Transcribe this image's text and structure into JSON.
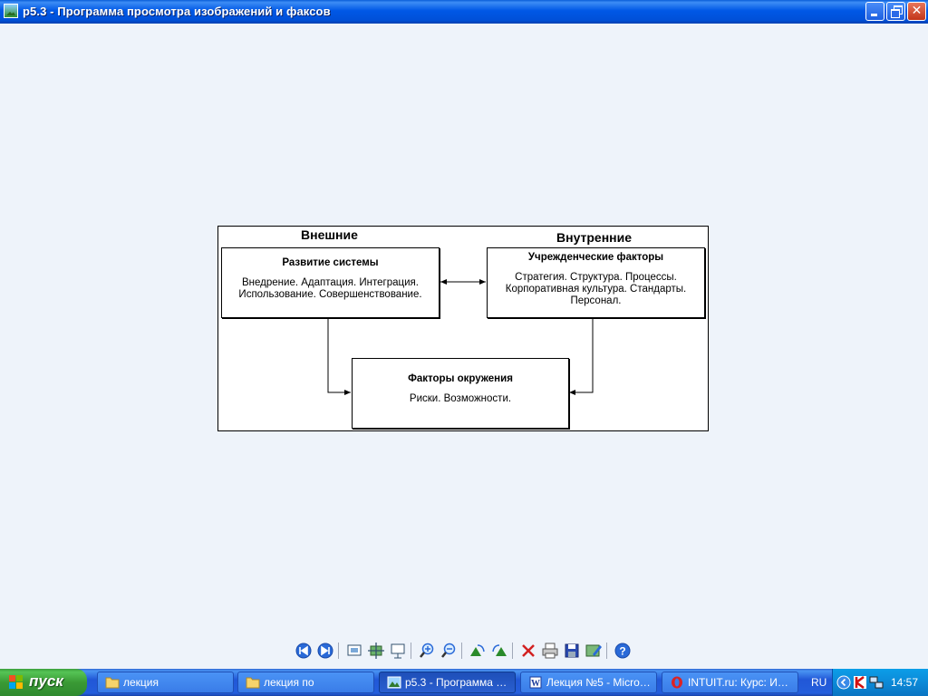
{
  "window": {
    "title": "p5.3 - Программа просмотра изображений и факсов"
  },
  "diagram": {
    "external_heading": "Внешние",
    "internal_heading": "Внутренние",
    "system_box": {
      "title": "Развитие системы",
      "line1": "Внедрение. Адаптация. Интеграция.",
      "line2": "Использование. Совершенствование."
    },
    "institution_box": {
      "title": "Учрежденческие факторы",
      "line1": "Стратегия. Структура. Процессы.",
      "line2": "Корпоративная культура. Стандарты.",
      "line3": "Персонал."
    },
    "environment_box": {
      "title": "Факторы окружения",
      "line1": "Риски. Возможности."
    }
  },
  "toolbar": {
    "buttons": [
      "previous-image",
      "next-image",
      "best-fit",
      "actual-size",
      "slide-show",
      "zoom-in",
      "zoom-out",
      "rotate-clockwise",
      "rotate-counterclockwise",
      "delete",
      "print",
      "save",
      "edit",
      "help"
    ]
  },
  "taskbar": {
    "start_label": "пуск",
    "tasks": [
      {
        "label": "лекция",
        "icon": "folder-icon",
        "active": false
      },
      {
        "label": "лекция по",
        "icon": "folder-icon",
        "active": false
      },
      {
        "label": "p5.3 - Программа п...",
        "icon": "image-viewer-icon",
        "active": true
      },
      {
        "label": "Лекция №5 - Micros...",
        "icon": "word-icon",
        "active": false
      },
      {
        "label": "INTUIT.ru: Курс: Ин...",
        "icon": "opera-icon",
        "active": false
      }
    ],
    "language": "RU",
    "clock": "14:57"
  },
  "colors": {
    "titlebar": "#0058e6",
    "canvas": "#eef3fa",
    "start_button": "#3a9a35",
    "taskbar": "#245edc",
    "tray": "#0c8ad8"
  }
}
